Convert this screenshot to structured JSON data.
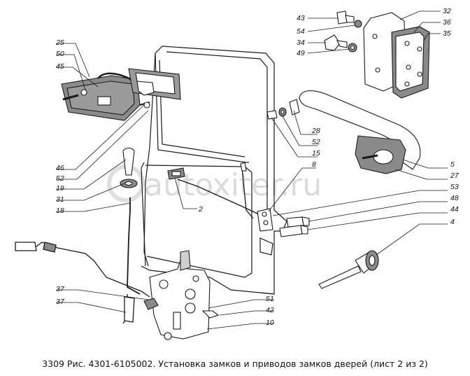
{
  "caption": "3309 Рис. 4301-6105002. Установка замков и приводов замков дверей (лист 2 из 2)",
  "watermark": "autoxiter.ru",
  "callouts": {
    "c43": "43",
    "c54": "54",
    "c34": "34",
    "c49": "49",
    "c32": "32",
    "c36": "36",
    "c35": "35",
    "c25": "25",
    "c50": "50",
    "c45": "45",
    "c46": "46",
    "c52a": "52",
    "c19": "19",
    "c31": "31",
    "c18": "18",
    "c28": "28",
    "c52b": "52",
    "c15": "15",
    "c8": "8",
    "c5": "5",
    "c27": "27",
    "c53": "53",
    "c48": "48",
    "c44": "44",
    "c4": "4",
    "c2": "2",
    "c37a": "37",
    "c37b": "37",
    "c51": "51",
    "c42": "42",
    "c10": "10"
  },
  "colors": {
    "line": "#1a1a1a",
    "gasket": "#8a8a8a",
    "watermark": "#d8d8d8"
  }
}
